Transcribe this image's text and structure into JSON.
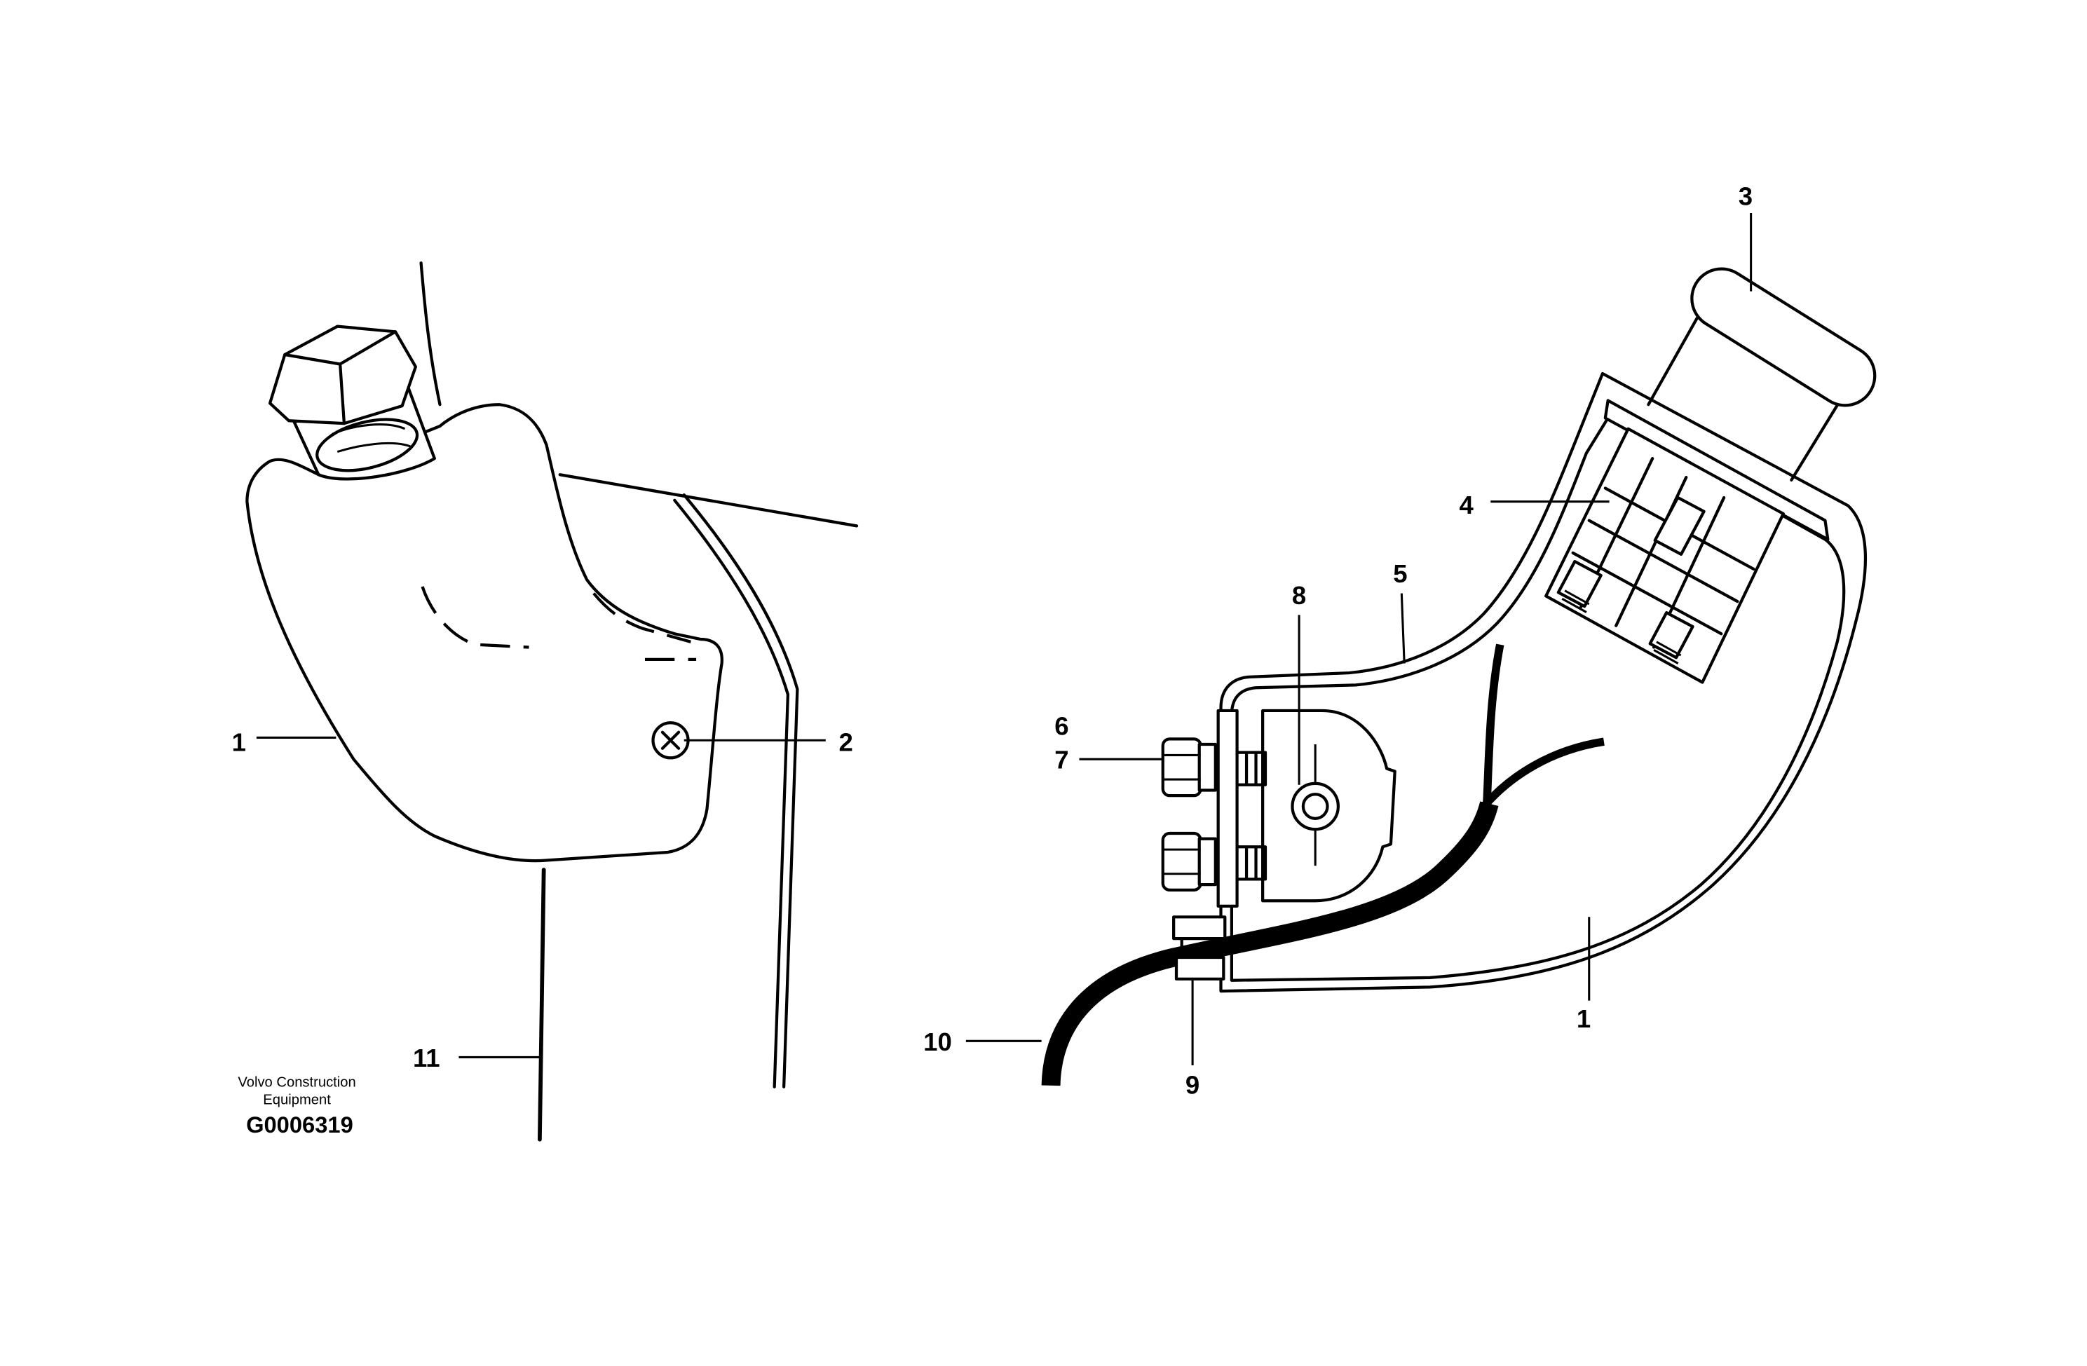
{
  "callouts": {
    "left_1": "1",
    "left_2": "2",
    "left_11": "11",
    "right_3": "3",
    "right_4": "4",
    "right_5": "5",
    "right_6": "6",
    "right_7": "7",
    "right_8": "8",
    "right_9": "9",
    "right_10": "10",
    "right_1": "1"
  },
  "watermark": {
    "line1": "Volvo Construction",
    "line2": "Equipment",
    "code": "G0006319"
  }
}
